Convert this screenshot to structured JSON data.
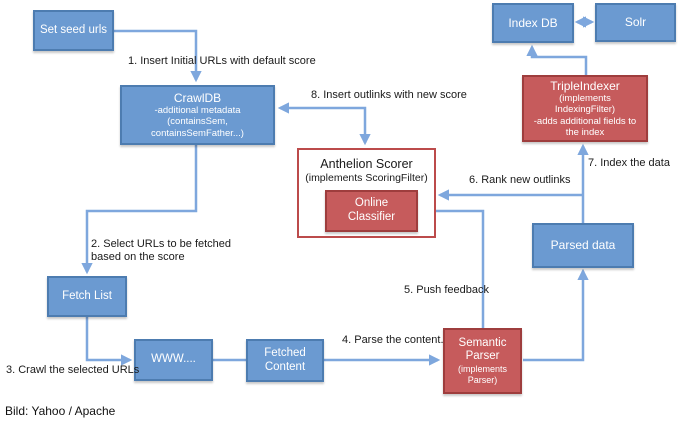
{
  "caption": "Bild: Yahoo / Apache",
  "colors": {
    "node_blue_fill": "#6b9ad1",
    "node_blue_border": "#4d7cb0",
    "node_red_fill": "#c65b5c",
    "node_red_border": "#9e3d3d",
    "scorer_border": "#bc4b4b",
    "arrow": "#7ea7dd",
    "label_text": "#1a1a1a"
  },
  "nodes": {
    "set_seed_urls": {
      "label": "Set seed urls"
    },
    "crawldb": {
      "title": "CrawlDB",
      "meta": [
        "-additional metadata",
        "(containsSem,",
        "containsSemFather...)"
      ]
    },
    "index_db": {
      "label": "Index DB"
    },
    "solr": {
      "label": "Solr"
    },
    "triple_indexer": {
      "title": "TripleIndexer",
      "meta": [
        "(implements IndexingFilter)",
        "-adds additional fields to the index"
      ]
    },
    "anthelion_scorer": {
      "title": "Anthelion Scorer",
      "subtitle": "(implements ScoringFilter)"
    },
    "online_classifier": {
      "label": "Online Classifier"
    },
    "parsed_data": {
      "label": "Parsed data"
    },
    "fetch_list": {
      "label": "Fetch List"
    },
    "www": {
      "label": "WWW...."
    },
    "fetched_content": {
      "label": "Fetched Content"
    },
    "semantic_parser": {
      "title": "Semantic Parser",
      "meta": "(implements Parser)"
    }
  },
  "steps": {
    "s1": "1. Insert Initial URLs with default score",
    "s2": "2. Select URLs to be fetched based on the score",
    "s3": "3. Crawl the selected URLs",
    "s4": "4. Parse the content.",
    "s5": "5. Push feedback",
    "s6": "6. Rank new outlinks",
    "s7": "7. Index the data",
    "s8": "8. Insert outlinks with new score"
  }
}
